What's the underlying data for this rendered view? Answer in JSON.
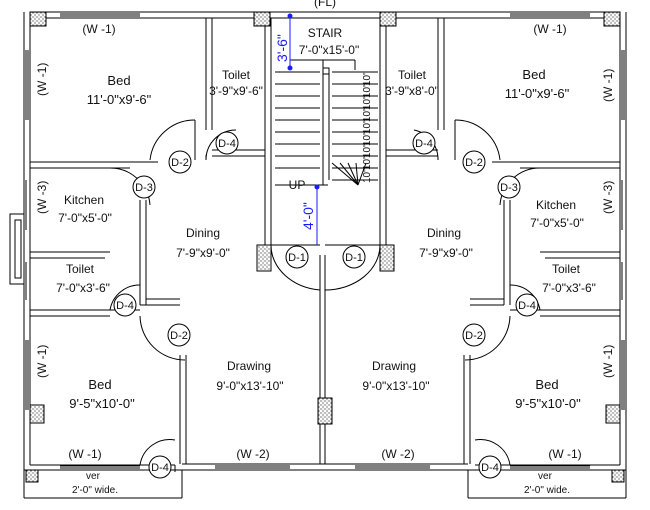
{
  "plan": {
    "top_label": "(FL)",
    "stair": {
      "title": "STAIR",
      "size": "7'-0\"x15'-0\"",
      "up_label": "UP",
      "dim_top": "3'-6\"",
      "dim_bottom": "4'-0\"",
      "step_marks": [
        "10\"",
        "10\"",
        "10\"",
        "10\"",
        "10\"",
        "10\"",
        "10\"",
        "10\"",
        "10\""
      ]
    },
    "rooms": {
      "bed_tl": {
        "name": "Bed",
        "size": "11'-0\"x9'-6\""
      },
      "toilet_tl": {
        "name": "Toilet",
        "size": "3'-9\"x9'-6\""
      },
      "kitchen_l": {
        "name": "Kitchen",
        "size": "7'-0\"x5'-0\""
      },
      "dining_l": {
        "name": "Dining",
        "size": "7'-9\"x9'-0\""
      },
      "toilet_l": {
        "name": "Toilet",
        "size": "7'-0\"x3'-6\""
      },
      "bed_bl": {
        "name": "Bed",
        "size": "9'-5\"x10'-0\""
      },
      "drawing_l": {
        "name": "Drawing",
        "size": "9'-0\"x13'-10\""
      },
      "bed_tr": {
        "name": "Bed",
        "size": "11'-0\"x9'-6\""
      },
      "toilet_tr": {
        "name": "Toilet",
        "size": "3'-9\"x8'-0\""
      },
      "kitchen_r": {
        "name": "Kitchen",
        "size": "7'-0\"x5'-0\""
      },
      "dining_r": {
        "name": "Dining",
        "size": "7'-9\"x9'-0\""
      },
      "toilet_r": {
        "name": "Toilet",
        "size": "7'-0\"x3'-6\""
      },
      "bed_br": {
        "name": "Bed",
        "size": "9'-5\"x10'-0\""
      },
      "drawing_r": {
        "name": "Drawing",
        "size": "9'-0\"x13'-10\""
      }
    },
    "windows": {
      "w1": "(W -1)",
      "w2": "(W -2)",
      "w3": "(W -3)"
    },
    "doors": {
      "d1": "D-1",
      "d2": "D-2",
      "d3": "D-3",
      "d4": "D-4"
    },
    "verandah": {
      "l1": "ver",
      "l2": "2'-0\" wide."
    }
  }
}
